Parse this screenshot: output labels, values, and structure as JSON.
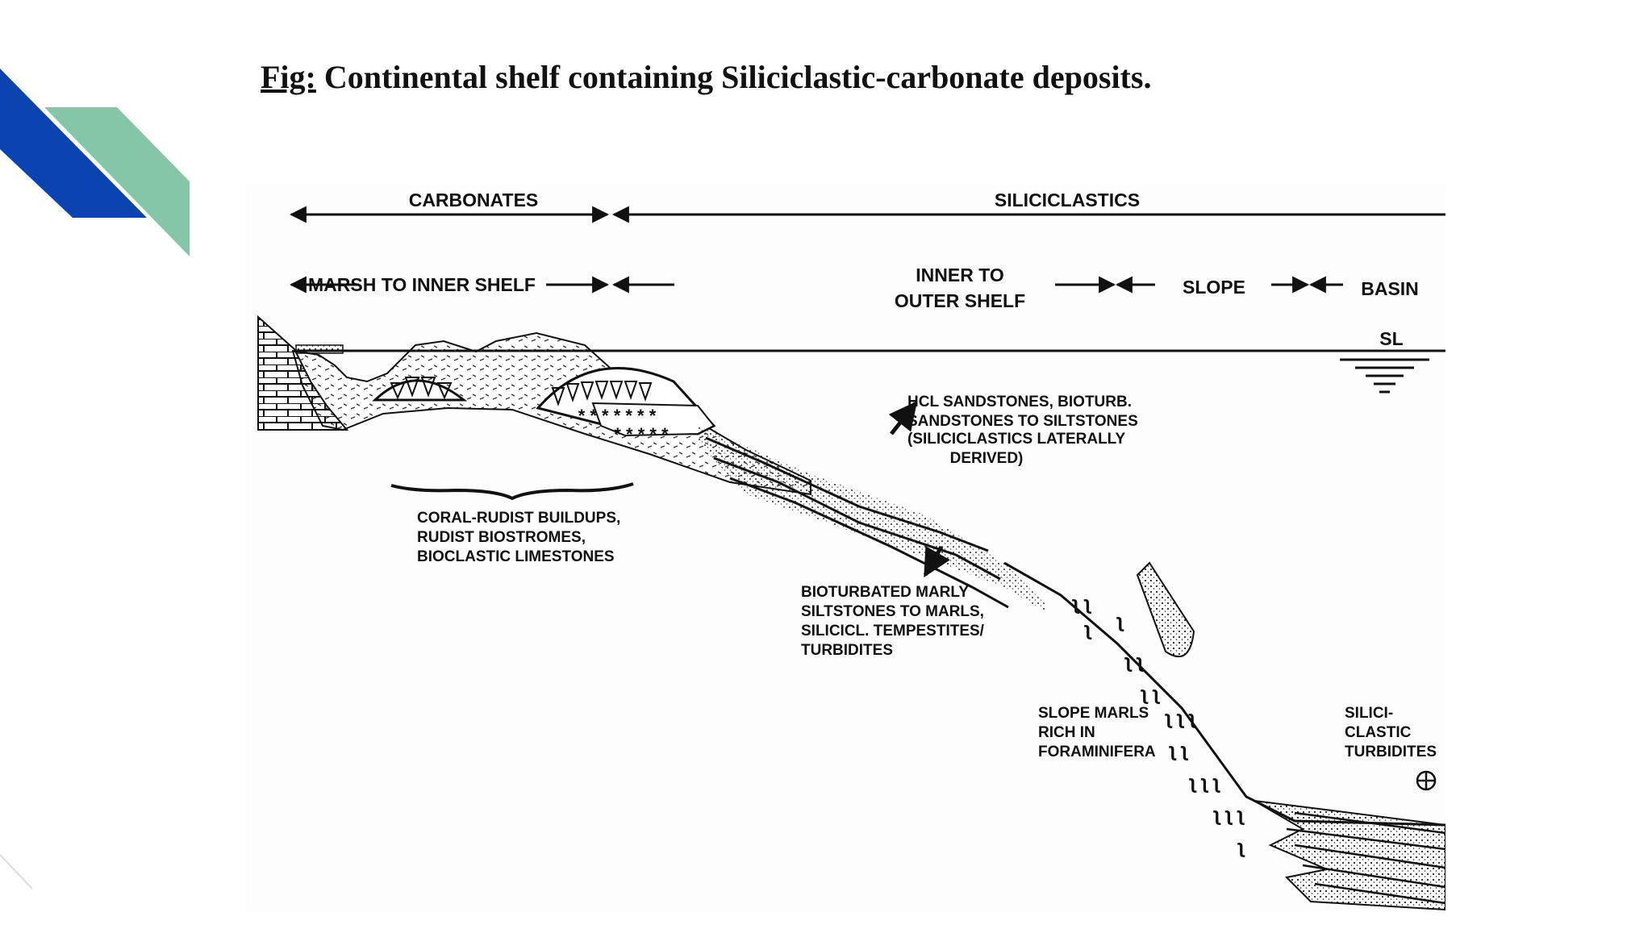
{
  "slide": {
    "title_prefix": "Fig:",
    "title_rest": " Continental shelf containing Siliciclastic-carbonate deposits."
  },
  "colors": {
    "accent_blue": "#0b44b0",
    "accent_green": "#86c6a8",
    "ink": "#111111"
  },
  "diagram": {
    "zones_top": {
      "left": "CARBONATES",
      "right": "SILICICLASTICS"
    },
    "zones": {
      "marsh": "MARSH TO INNER SHELF",
      "inner_outer_line1": "INNER TO",
      "inner_outer_line2": "OUTER SHELF",
      "slope": "SLOPE",
      "basin": "BASIN"
    },
    "sea_level": "SL",
    "hcl": [
      "HCL SANDSTONES, BIOTURB.",
      "SANDSTONES TO SILTSTONES",
      "(SILICICLASTICS  LATERALLY",
      "DERIVED)"
    ],
    "coral": [
      "CORAL-RUDIST  BUILDUPS,",
      "RUDIST  BIOSTROMES,",
      "BIOCLASTIC  LIMESTONES"
    ],
    "marly": [
      "BIOTURBATED MARLY",
      "SILTSTONES  TO  MARLS,",
      "SILICICL.  TEMPESTITES/",
      "TURBIDITES"
    ],
    "slope_marls": [
      "SLOPE MARLS",
      "RICH  IN",
      "FORAMINIFERA"
    ],
    "turbidites": [
      "SILICI-",
      "CLASTIC",
      "TURBIDITES"
    ]
  }
}
